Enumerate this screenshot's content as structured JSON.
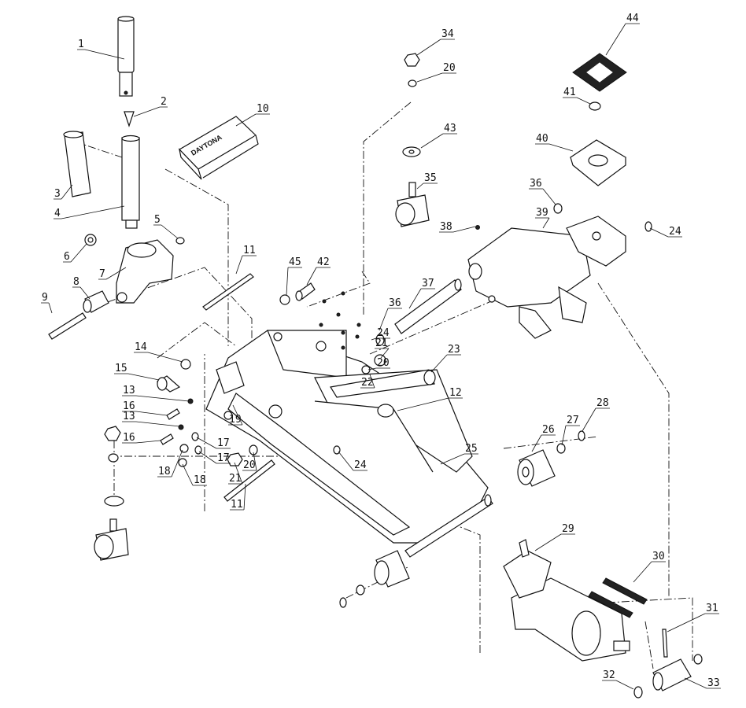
{
  "brand_text": "DAYTONA",
  "callouts": [
    "1",
    "2",
    "3",
    "4",
    "5",
    "6",
    "7",
    "8",
    "9",
    "10",
    "11",
    "11",
    "12",
    "13",
    "13",
    "14",
    "15",
    "16",
    "16",
    "17",
    "17",
    "18",
    "18",
    "19",
    "20",
    "20",
    "20",
    "21",
    "21",
    "22",
    "23",
    "24",
    "24",
    "24",
    "25",
    "26",
    "27",
    "28",
    "29",
    "30",
    "31",
    "32",
    "33",
    "34",
    "35",
    "36",
    "36",
    "37",
    "38",
    "39",
    "40",
    "41",
    "42",
    "43",
    "44",
    "45"
  ]
}
